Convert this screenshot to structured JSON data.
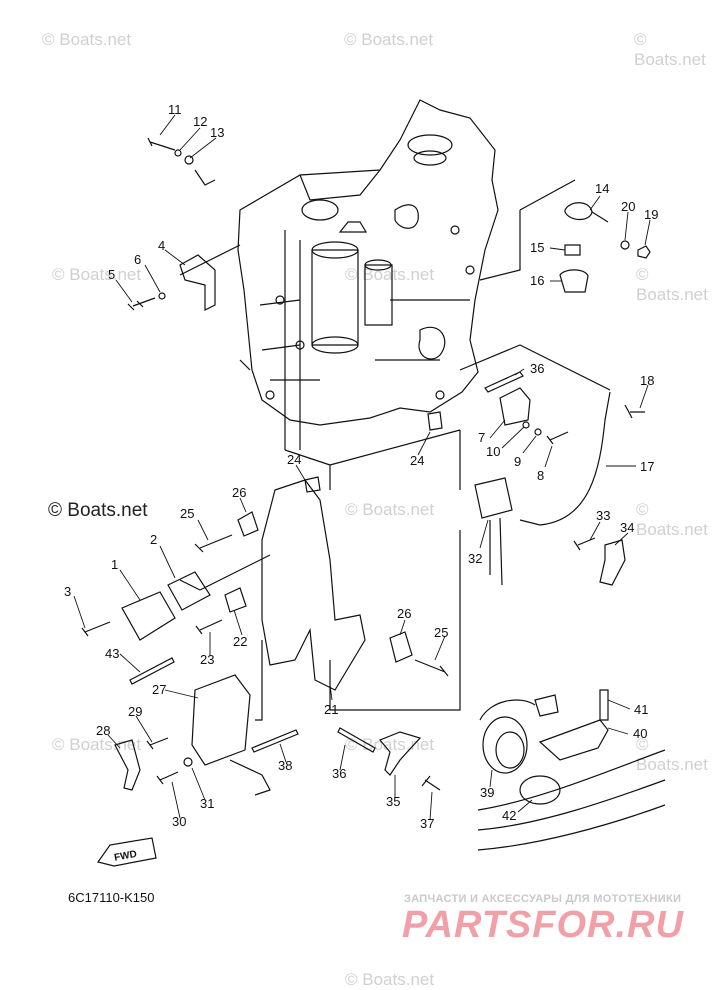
{
  "watermarks": [
    "© Boats.net",
    "© Boats.net",
    "© Boats.net",
    "© Boats.net",
    "© Boats.net",
    "© Boats.net",
    "© Boats.net",
    "© Boats.net",
    "© Boats.net",
    "© Boats.net",
    "© Boats.net",
    "© Boats.net"
  ],
  "main_watermark": "© Boats.net",
  "callouts": [
    "11",
    "12",
    "13",
    "14",
    "20",
    "19",
    "15",
    "16",
    "4",
    "6",
    "5",
    "36",
    "18",
    "7",
    "10",
    "9",
    "8",
    "17",
    "24",
    "24",
    "26",
    "25",
    "33",
    "34",
    "32",
    "2",
    "1",
    "3",
    "22",
    "23",
    "43",
    "26",
    "25",
    "27",
    "21",
    "29",
    "28",
    "40",
    "41",
    "38",
    "36",
    "35",
    "31",
    "30",
    "39",
    "42",
    "37"
  ],
  "diagram_code": "6C17110-K150",
  "fwd_label": "FWD",
  "brand": {
    "subtitle": "ЗАПЧАСТИ И АКСЕССУАРЫ ДЛЯ МОТОТЕХНИКИ",
    "name": "PARTSFOR.RU"
  },
  "colors": {
    "line": "#111111",
    "watermark": "#d0d0d0",
    "brand": "#f2a0a8"
  }
}
